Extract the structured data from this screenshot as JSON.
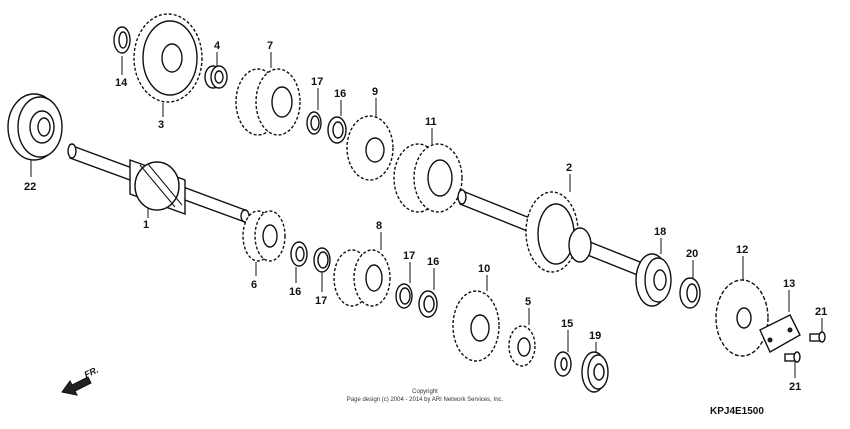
{
  "diagram": {
    "callouts": {
      "c1": "1",
      "c2": "2",
      "c3": "3",
      "c4": "4",
      "c5": "5",
      "c6": "6",
      "c7": "7",
      "c8": "8",
      "c9": "9",
      "c10": "10",
      "c11": "11",
      "c12": "12",
      "c13": "13",
      "c14": "14",
      "c15": "15",
      "c16a": "16",
      "c16b": "16",
      "c16c": "16",
      "c17a": "17",
      "c17b": "17",
      "c17c": "17",
      "c18": "18",
      "c19": "19",
      "c20": "20",
      "c21a": "21",
      "c21b": "21",
      "c22": "22"
    },
    "copyright_line1": "Copyright",
    "copyright_line2": "Page design (c) 2004 - 2014 by ARI Network Services, Inc.",
    "diagram_code": "KPJ4E1500",
    "direction_label": "FR."
  }
}
